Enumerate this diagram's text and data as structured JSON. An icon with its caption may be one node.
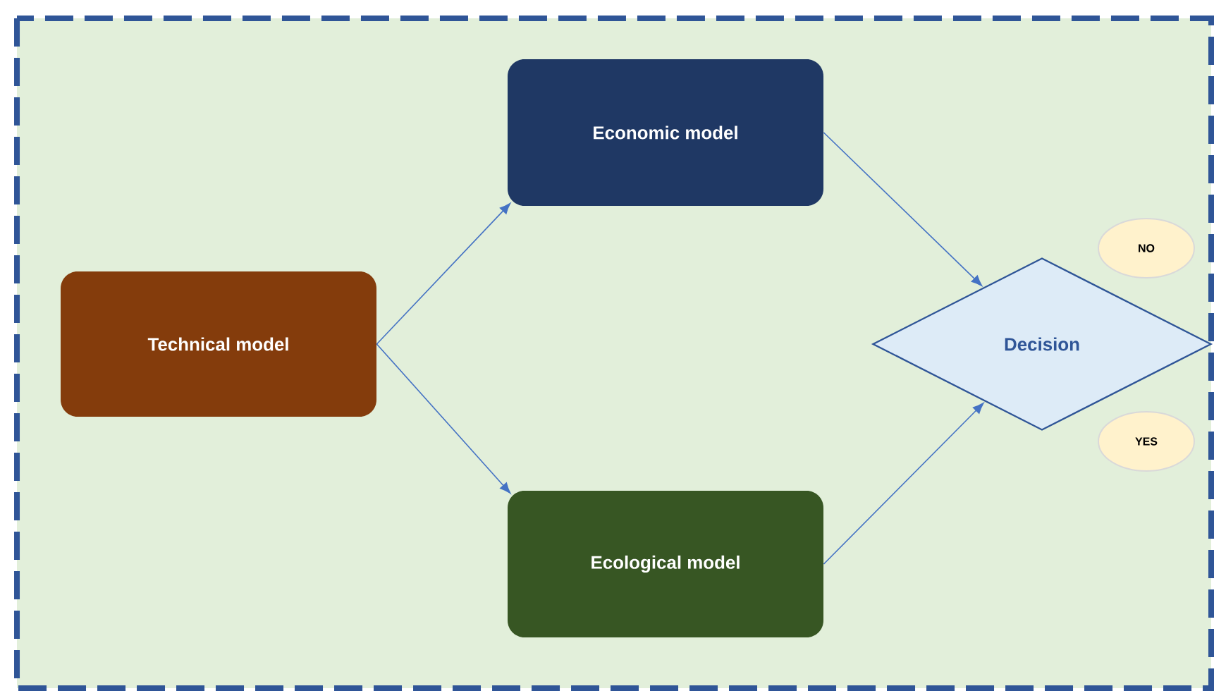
{
  "diagram": {
    "nodes": [
      {
        "text": [
          "Technical model"
        ]
      },
      {
        "text": [
          "Economic model"
        ]
      },
      {
        "text": [
          "Ecological model"
        ]
      },
      {
        "text": [
          "Decision"
        ]
      },
      {
        "text": [
          "NO"
        ]
      },
      {
        "text": [
          "YES"
        ]
      }
    ],
    "edges": [
      {
        "from": 0,
        "to": 1,
        "arrow": "to"
      },
      {
        "from": 0,
        "to": 2,
        "arrow": "to"
      },
      {
        "from": 1,
        "to": 3,
        "arrow": "to"
      },
      {
        "from": 2,
        "to": 3,
        "arrow": "to"
      }
    ]
  }
}
